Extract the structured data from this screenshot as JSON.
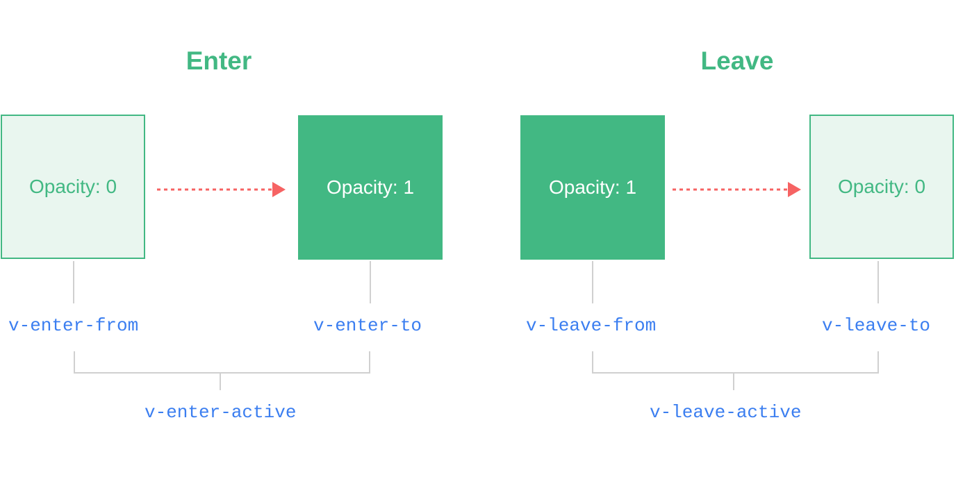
{
  "colors": {
    "green": "#42b883",
    "green_light": "#e9f6ef",
    "arrow": "#f66363",
    "label_blue": "#3b7ef0",
    "connector_gray": "#d0d0d0"
  },
  "enter": {
    "title": "Enter",
    "from_box": "Opacity: 0",
    "to_box": "Opacity: 1",
    "from_class": "v-enter-from",
    "to_class": "v-enter-to",
    "active_class": "v-enter-active"
  },
  "leave": {
    "title": "Leave",
    "from_box": "Opacity: 1",
    "to_box": "Opacity: 0",
    "from_class": "v-leave-from",
    "to_class": "v-leave-to",
    "active_class": "v-leave-active"
  }
}
